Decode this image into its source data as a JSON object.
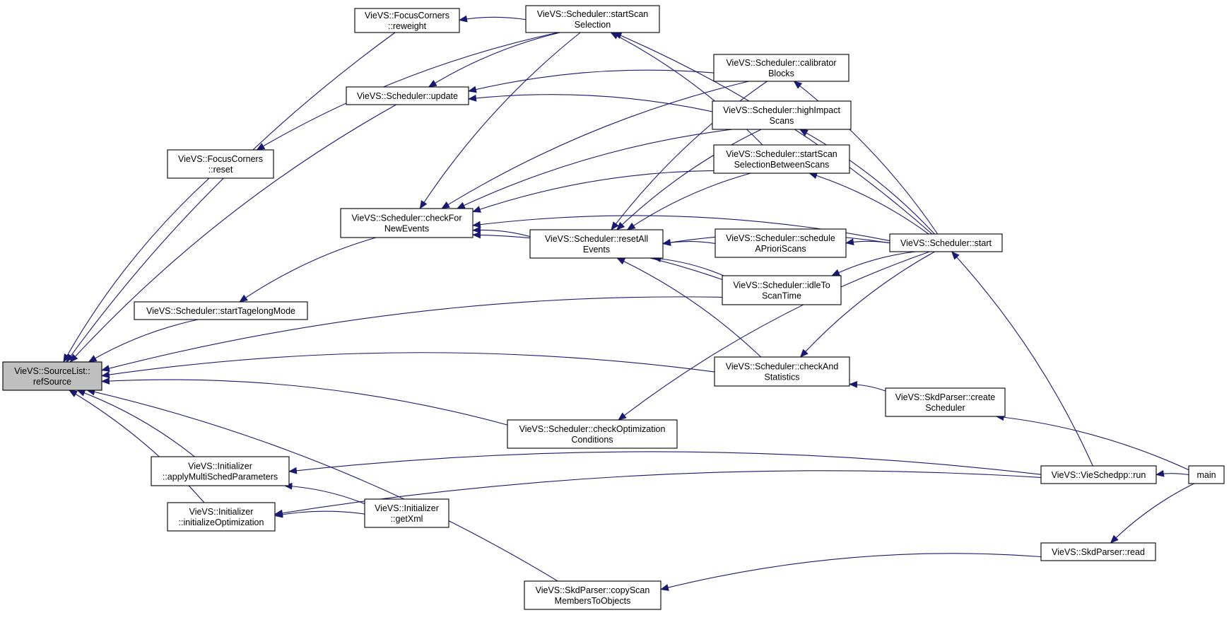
{
  "colors": {
    "edge": "#191970",
    "highlight_fill": "#bfbfbf",
    "node_fill": "#ffffff",
    "node_border": "#000000"
  },
  "nodes": [
    {
      "id": "refSource",
      "lines": [
        "VieVS::SourceList::",
        "refSource"
      ],
      "highlighted": true
    },
    {
      "id": "fcReweight",
      "lines": [
        "VieVS::FocusCorners",
        "::reweight"
      ]
    },
    {
      "id": "fcReset",
      "lines": [
        "VieVS::FocusCorners",
        "::reset"
      ]
    },
    {
      "id": "update",
      "lines": [
        "VieVS::Scheduler::update"
      ]
    },
    {
      "id": "checkForNewEvents",
      "lines": [
        "VieVS::Scheduler::checkFor",
        "NewEvents"
      ]
    },
    {
      "id": "startTagelong",
      "lines": [
        "VieVS::Scheduler::startTagelongMode"
      ]
    },
    {
      "id": "applyMulti",
      "lines": [
        "VieVS::Initializer",
        "::applyMultiSchedParameters"
      ]
    },
    {
      "id": "initOpt",
      "lines": [
        "VieVS::Initializer",
        "::initializeOptimization"
      ]
    },
    {
      "id": "getXml",
      "lines": [
        "VieVS::Initializer",
        "::getXml"
      ]
    },
    {
      "id": "startScanSel",
      "lines": [
        "VieVS::Scheduler::startScan",
        "Selection"
      ]
    },
    {
      "id": "resetAllEvents",
      "lines": [
        "VieVS::Scheduler::resetAll",
        "Events"
      ]
    },
    {
      "id": "checkOpt",
      "lines": [
        "VieVS::Scheduler::checkOptimization",
        "Conditions"
      ]
    },
    {
      "id": "copyScan",
      "lines": [
        "VieVS::SkdParser::copyScan",
        "MembersToObjects"
      ]
    },
    {
      "id": "calibrator",
      "lines": [
        "VieVS::Scheduler::calibrator",
        "Blocks"
      ]
    },
    {
      "id": "highImpact",
      "lines": [
        "VieVS::Scheduler::highImpact",
        "Scans"
      ]
    },
    {
      "id": "startScanBetween",
      "lines": [
        "VieVS::Scheduler::startScan",
        "SelectionBetweenScans"
      ]
    },
    {
      "id": "scheduleApriori",
      "lines": [
        "VieVS::Scheduler::schedule",
        "APrioriScans"
      ]
    },
    {
      "id": "idleToScan",
      "lines": [
        "VieVS::Scheduler::idleTo",
        "ScanTime"
      ]
    },
    {
      "id": "checkAndStats",
      "lines": [
        "VieVS::Scheduler::checkAnd",
        "Statistics"
      ]
    },
    {
      "id": "start",
      "lines": [
        "VieVS::Scheduler::start"
      ]
    },
    {
      "id": "createScheduler",
      "lines": [
        "VieVS::SkdParser::create",
        "Scheduler"
      ]
    },
    {
      "id": "run",
      "lines": [
        "VieVS::VieSchedpp::run"
      ]
    },
    {
      "id": "read",
      "lines": [
        "VieVS::SkdParser::read"
      ]
    },
    {
      "id": "main",
      "lines": [
        "main"
      ]
    }
  ],
  "edges": [
    [
      "fcReweight",
      "refSource"
    ],
    [
      "fcReset",
      "refSource"
    ],
    [
      "update",
      "refSource"
    ],
    [
      "startTagelong",
      "refSource"
    ],
    [
      "idleToScan",
      "refSource"
    ],
    [
      "checkAndStats",
      "refSource"
    ],
    [
      "checkOpt",
      "refSource"
    ],
    [
      "applyMulti",
      "refSource"
    ],
    [
      "initOpt",
      "refSource"
    ],
    [
      "copyScan",
      "refSource"
    ],
    [
      "startScanSel",
      "fcReweight"
    ],
    [
      "startScanSel",
      "fcReset"
    ],
    [
      "startScanSel",
      "update"
    ],
    [
      "calibrator",
      "update"
    ],
    [
      "highImpact",
      "update"
    ],
    [
      "startScanSel",
      "checkForNewEvents"
    ],
    [
      "calibrator",
      "checkForNewEvents"
    ],
    [
      "highImpact",
      "checkForNewEvents"
    ],
    [
      "startScanBetween",
      "checkForNewEvents"
    ],
    [
      "resetAllEvents",
      "checkForNewEvents"
    ],
    [
      "idleToScan",
      "checkForNewEvents"
    ],
    [
      "start",
      "checkForNewEvents"
    ],
    [
      "checkForNewEvents",
      "startTagelong"
    ],
    [
      "start",
      "startScanSel"
    ],
    [
      "startScanBetween",
      "startScanSel"
    ],
    [
      "calibrator",
      "resetAllEvents"
    ],
    [
      "highImpact",
      "resetAllEvents"
    ],
    [
      "startScanBetween",
      "resetAllEvents"
    ],
    [
      "scheduleApriori",
      "resetAllEvents"
    ],
    [
      "idleToScan",
      "resetAllEvents"
    ],
    [
      "checkAndStats",
      "resetAllEvents"
    ],
    [
      "start",
      "resetAllEvents"
    ],
    [
      "start",
      "calibrator"
    ],
    [
      "start",
      "highImpact"
    ],
    [
      "start",
      "startScanBetween"
    ],
    [
      "start",
      "scheduleApriori"
    ],
    [
      "start",
      "idleToScan"
    ],
    [
      "start",
      "checkAndStats"
    ],
    [
      "start",
      "checkOpt"
    ],
    [
      "createScheduler",
      "checkAndStats"
    ],
    [
      "run",
      "start"
    ],
    [
      "main",
      "run"
    ],
    [
      "main",
      "createScheduler"
    ],
    [
      "main",
      "read"
    ],
    [
      "run",
      "applyMulti"
    ],
    [
      "run",
      "initOpt"
    ],
    [
      "getXml",
      "applyMulti"
    ],
    [
      "getXml",
      "initOpt"
    ],
    [
      "read",
      "copyScan"
    ]
  ]
}
